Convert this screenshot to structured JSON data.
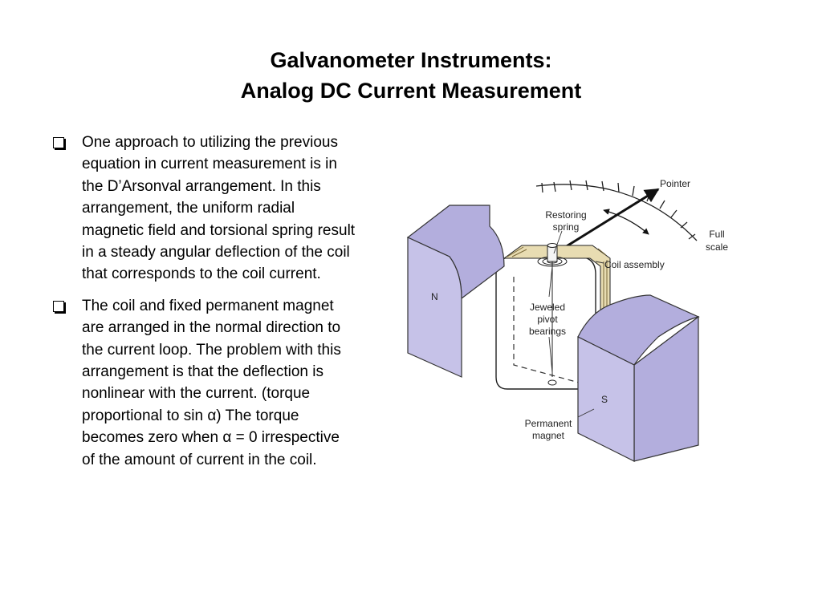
{
  "slide": {
    "title_line1": "Galvanometer Instruments:",
    "title_line2": "Analog DC Current Measurement"
  },
  "bullets": [
    {
      "text": "One approach to utilizing the previous equation in current measurement is in the D’Arsonval arrangement. In this arrangement, the uniform radial magnetic field and torsional spring result in a steady angular deflection of the coil that corresponds to the coil current."
    },
    {
      "text": "The coil and fixed permanent magnet are arranged in the normal direction to the current loop. The problem with this arrangement is that the deflection is nonlinear with the current.  (torque proportional to sin α) The torque becomes zero when α = 0 irrespective of the amount of current in the coil."
    }
  ],
  "diagram": {
    "labels": {
      "pointer": "Pointer",
      "restoring_1": "Restoring",
      "restoring_2": "spring",
      "full_1": "Full",
      "full_2": "scale",
      "coil_assembly": "Coil assembly",
      "jeweled_1": "Jeweled",
      "jeweled_2": "pivot",
      "jeweled_3": "bearings",
      "north": "N",
      "south": "S",
      "permanent_1": "Permanent",
      "permanent_2": "magnet"
    },
    "colors": {
      "magnet_fill": "#c6c2e8",
      "magnet_side": "#b3aedd",
      "coil_fill": "#e8dcb2"
    }
  }
}
